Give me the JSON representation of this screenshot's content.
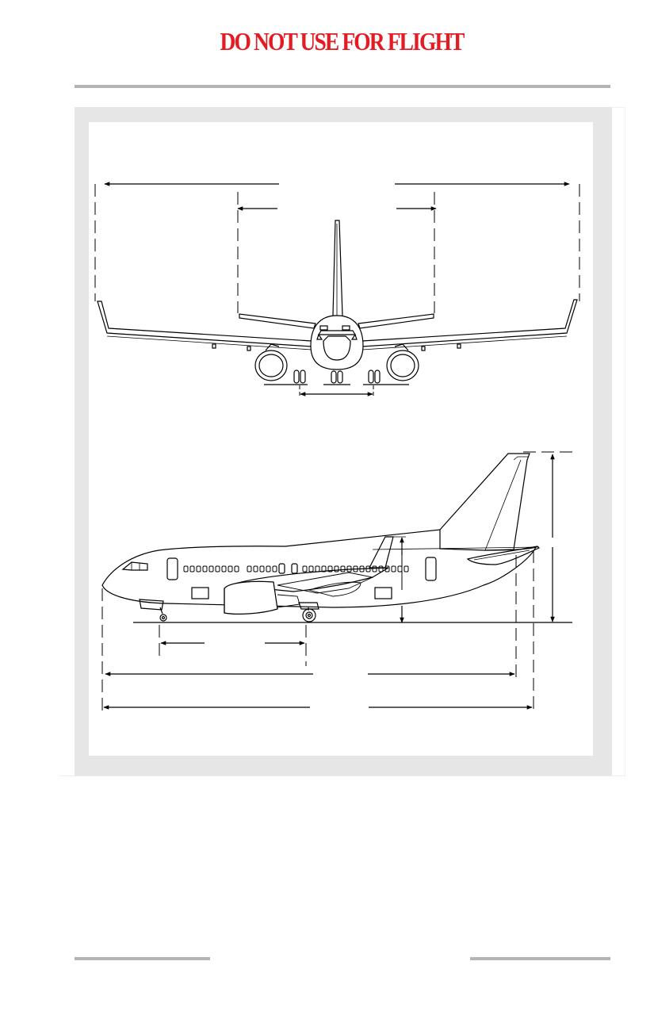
{
  "header": {
    "warning": "DO NOT USE FOR FLIGHT",
    "warning_color": "#e31b23"
  },
  "colors": {
    "rule": "#b3b3b3",
    "frame": "#e6e6e6",
    "drawing": "#000000"
  },
  "figure": {
    "views": [
      "front-view",
      "side-view"
    ]
  }
}
